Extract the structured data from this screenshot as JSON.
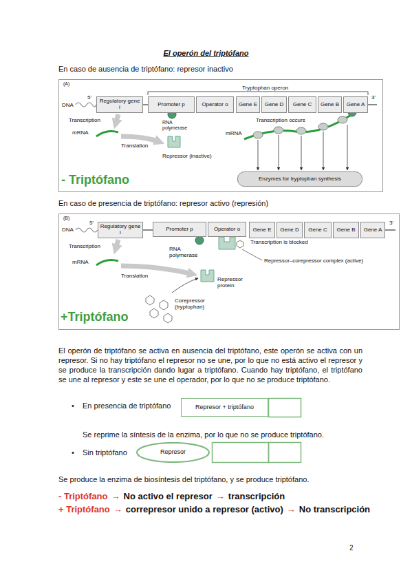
{
  "diagram": {
    "title": "El operón del triptófano",
    "nodes": [
      {
        "text": [
          "Regulatory gene i"
        ]
      },
      {
        "text": [
          "Promoter p"
        ]
      },
      {
        "text": [
          "Operator o"
        ]
      },
      {
        "text": [
          "Gene E"
        ]
      },
      {
        "text": [
          "Gene D"
        ]
      },
      {
        "text": [
          "Gene C"
        ]
      },
      {
        "text": [
          "Gene B"
        ]
      },
      {
        "text": [
          "Gene A"
        ]
      },
      {
        "text": [
          "Enzymes for tryptophan synthesis"
        ]
      },
      {
        "text": [
          "Regulatory gene i"
        ]
      },
      {
        "text": [
          "Promoter p"
        ]
      },
      {
        "text": [
          "Operator o"
        ]
      },
      {
        "text": [
          "Gene E"
        ]
      },
      {
        "text": [
          "Gene D"
        ]
      },
      {
        "text": [
          "Gene C"
        ]
      },
      {
        "text": [
          "Gene B"
        ]
      },
      {
        "text": [
          "Gene A"
        ]
      },
      {
        "text": [
          "Represor + triptófano"
        ]
      },
      {
        "text": [
          "Represor"
        ]
      }
    ],
    "labels": [
      "En caso de ausencia de triptófano: represor inactivo",
      "(A)",
      "Tryptophan operon",
      "5'",
      "DNA",
      "3'",
      "Transcription",
      "mRNA",
      "RNA polymerase",
      "Translation",
      "Repressor (inactive)",
      "Transcription occurs",
      "mRNA",
      "- Triptófano",
      "En caso de presencia de triptófano: represor activo (represión)",
      "(B)",
      "5'",
      "DNA",
      "3'",
      "Transcription",
      "RNA polymerase",
      "Transcription is blocked",
      "mRNA",
      "Repressor–corepressor complex (active)",
      "Translation",
      "Repressor protein",
      "Corepressor (tryptophan)",
      "+Triptófano",
      "El operón de triptófano se activa en ausencia del triptófano, este operón se activa con un represor. Si no hay triptófano el represor no se une, por lo que no está activo el represor y se produce la transcripción dando lugar a triptófano. Cuando hay triptófano, el triptófano se une al represor y este se une el operador, por lo que no se produce triptófano.",
      "•",
      "En presencia de triptófano",
      "Se reprime la síntesis de la enzima, por lo que no se produce triptófano.",
      "•",
      "Sin triptófano",
      "Se produce la enzima de biosíntesis del triptófano, y se produce triptófano.",
      "- Triptófano",
      "→",
      "No activo el represor",
      "→",
      "transcripción",
      "+ Triptófano",
      "→",
      "correpresor unido a represor (activo)",
      "→",
      "No transcripción",
      "2"
    ]
  }
}
